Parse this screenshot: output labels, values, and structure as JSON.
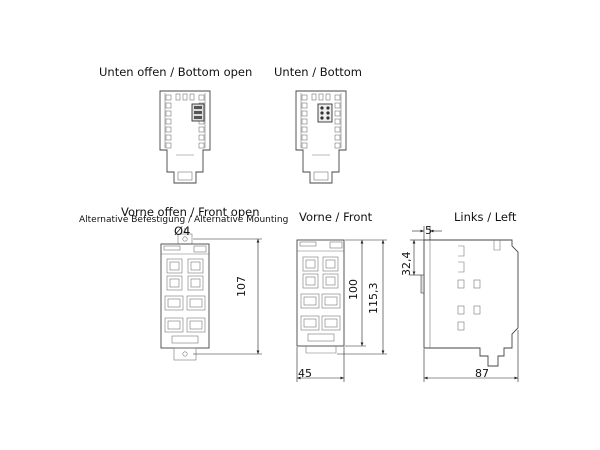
{
  "views": {
    "bottom_open": {
      "title": "Unten offen / Bottom open"
    },
    "bottom": {
      "title": "Unten / Bottom"
    },
    "front_open": {
      "title": "Vorne offen / Front open",
      "subtitle": "Alternative Befestigung / Alternative Mounting",
      "hole_dim": "Ø4",
      "height_dim": "107"
    },
    "front": {
      "title": "Vorne  / Front",
      "height_dim": "100",
      "total_height_dim": "115,3",
      "width_dim": "45"
    },
    "left": {
      "title": "Links / Left",
      "top_dim": "5",
      "offset_dim": "32,4",
      "depth_dim": "87"
    }
  }
}
